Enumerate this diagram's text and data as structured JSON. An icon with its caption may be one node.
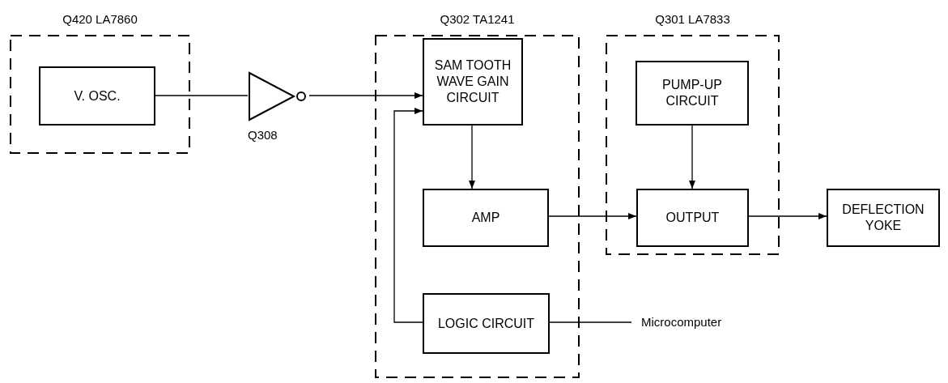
{
  "diagram": {
    "nodes": [
      {
        "text": [
          "Q420 LA7860"
        ]
      },
      {
        "text": [
          "V. OSC."
        ],
        "in": 0
      },
      {
        "text": [],
        "shape": "triangle",
        "beside": [
          "Q308"
        ]
      },
      {
        "text": [
          "Q302 TA1241"
        ]
      },
      {
        "text": [
          "SAM TOOTH WAVE GAIN CIRCUIT"
        ],
        "in": 3
      },
      {
        "text": [
          "AMP"
        ],
        "in": 3
      },
      {
        "text": [
          "LOGIC CIRCUIT"
        ],
        "in": 3
      },
      {
        "text": [
          "Q301 LA7833"
        ]
      },
      {
        "text": [
          "PUMP-UP CIRCUIT"
        ],
        "in": 7
      },
      {
        "text": [
          "OUTPUT"
        ],
        "in": 7
      },
      {
        "text": [
          "DEFLECTION YOKE"
        ]
      },
      {
        "text": [
          "Microcomputer"
        ]
      }
    ],
    "edges": [
      {
        "from": 1,
        "to": 2,
        "arrow": "none"
      },
      {
        "from": 2,
        "to": 4,
        "arrow": "to"
      },
      {
        "from": 6,
        "to": 4,
        "arrow": "to"
      },
      {
        "from": 4,
        "to": 5,
        "arrow": "to"
      },
      {
        "from": 5,
        "to": 9,
        "arrow": "to"
      },
      {
        "from": 8,
        "to": 9,
        "arrow": "to"
      },
      {
        "from": 9,
        "to": 10,
        "arrow": "to"
      },
      {
        "from": 6,
        "to": 11,
        "arrow": "none"
      }
    ]
  }
}
